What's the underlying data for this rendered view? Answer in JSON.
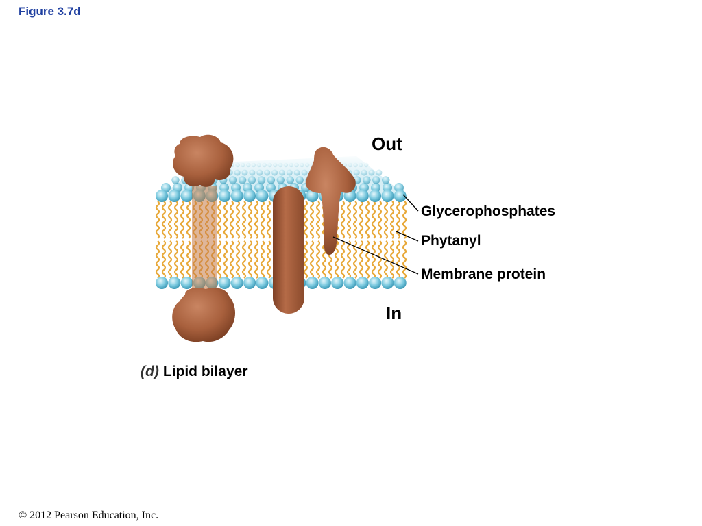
{
  "figure": {
    "title": "Figure 3.7d"
  },
  "labels": {
    "out": "Out",
    "in": "In",
    "glycerophosphates": "Glycerophosphates",
    "phytanyl": "Phytanyl",
    "membrane_protein": "Membrane protein"
  },
  "caption": {
    "letter": "(d)",
    "text": "Lipid bilayer"
  },
  "footer": {
    "copyright": "© 2012 Pearson Education, Inc."
  },
  "colors": {
    "head_blue": "#7ecbe0",
    "tail_orange": "#e8a93a",
    "protein_brown": "#a8603d",
    "title_blue": "#1f3fa0"
  }
}
